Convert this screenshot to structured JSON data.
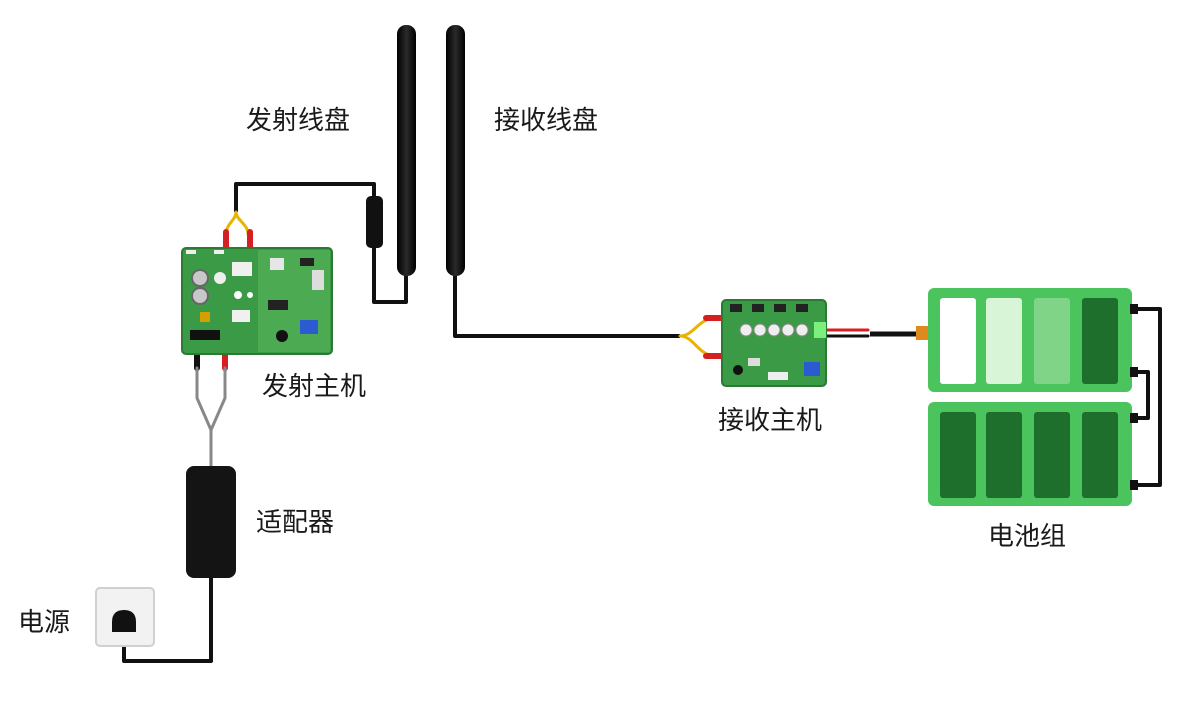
{
  "labels": {
    "tx_coil": "发射线盘",
    "rx_coil": "接收线盘",
    "tx_host": "发射主机",
    "rx_host": "接收主机",
    "adapter": "适配器",
    "power": "电源",
    "battery": "电池组"
  },
  "colors": {
    "wire": "#111111",
    "wire_yellow": "#e8b400",
    "wire_red": "#d42020",
    "pcb_green": "#3b9a46",
    "battery_light": "#4cc45e",
    "battery_dark": "#1e6f2b"
  },
  "battery_cells_top": [
    "white",
    "light",
    "medium",
    "dark"
  ],
  "battery_cells_bottom": [
    "dark",
    "dark",
    "dark",
    "dark"
  ]
}
